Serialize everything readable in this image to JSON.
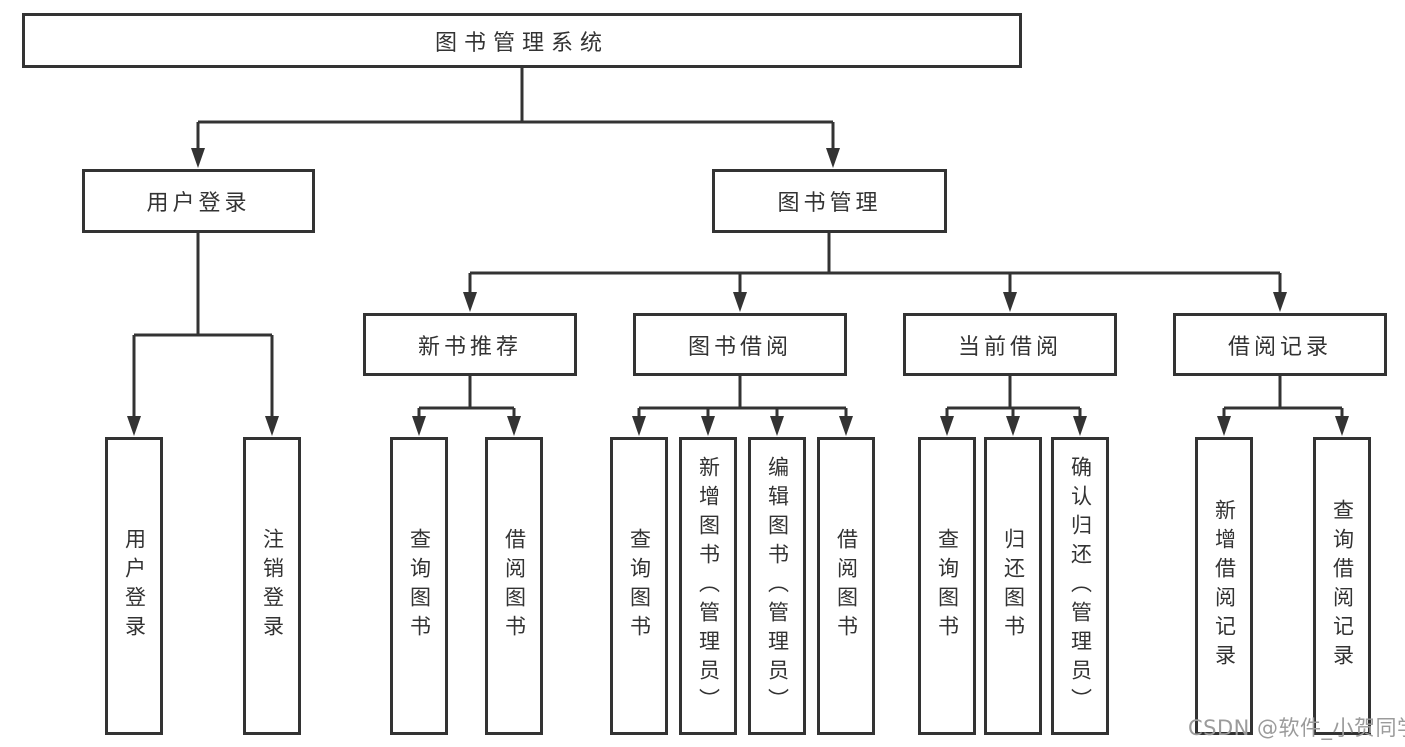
{
  "diagram": {
    "type": "hierarchy-tree",
    "title": "图书管理系统"
  },
  "tree": {
    "root": "图书管理系统",
    "children": [
      {
        "label": "用户登录",
        "children": [
          "用户登录",
          "注销登录"
        ]
      },
      {
        "label": "图书管理",
        "children": [
          {
            "label": "新书推荐",
            "children": [
              "查询图书",
              "借阅图书"
            ]
          },
          {
            "label": "图书借阅",
            "children": [
              "查询图书",
              "新增图书（管理员）",
              "编辑图书（管理员）",
              "借阅图书"
            ]
          },
          {
            "label": "当前借阅",
            "children": [
              "查询图书",
              "归还图书",
              "确认归还（管理员）"
            ]
          },
          {
            "label": "借阅记录",
            "children": [
              "新增借阅记录",
              "查询借阅记录"
            ]
          }
        ]
      }
    ]
  },
  "watermark": {
    "text": "CSDN @软件_小贺同学"
  },
  "colors": {
    "line": "#333333",
    "box_border": "#333333",
    "text": "#333333",
    "watermark_text": "#9b9b9b",
    "background": "#ffffff"
  }
}
